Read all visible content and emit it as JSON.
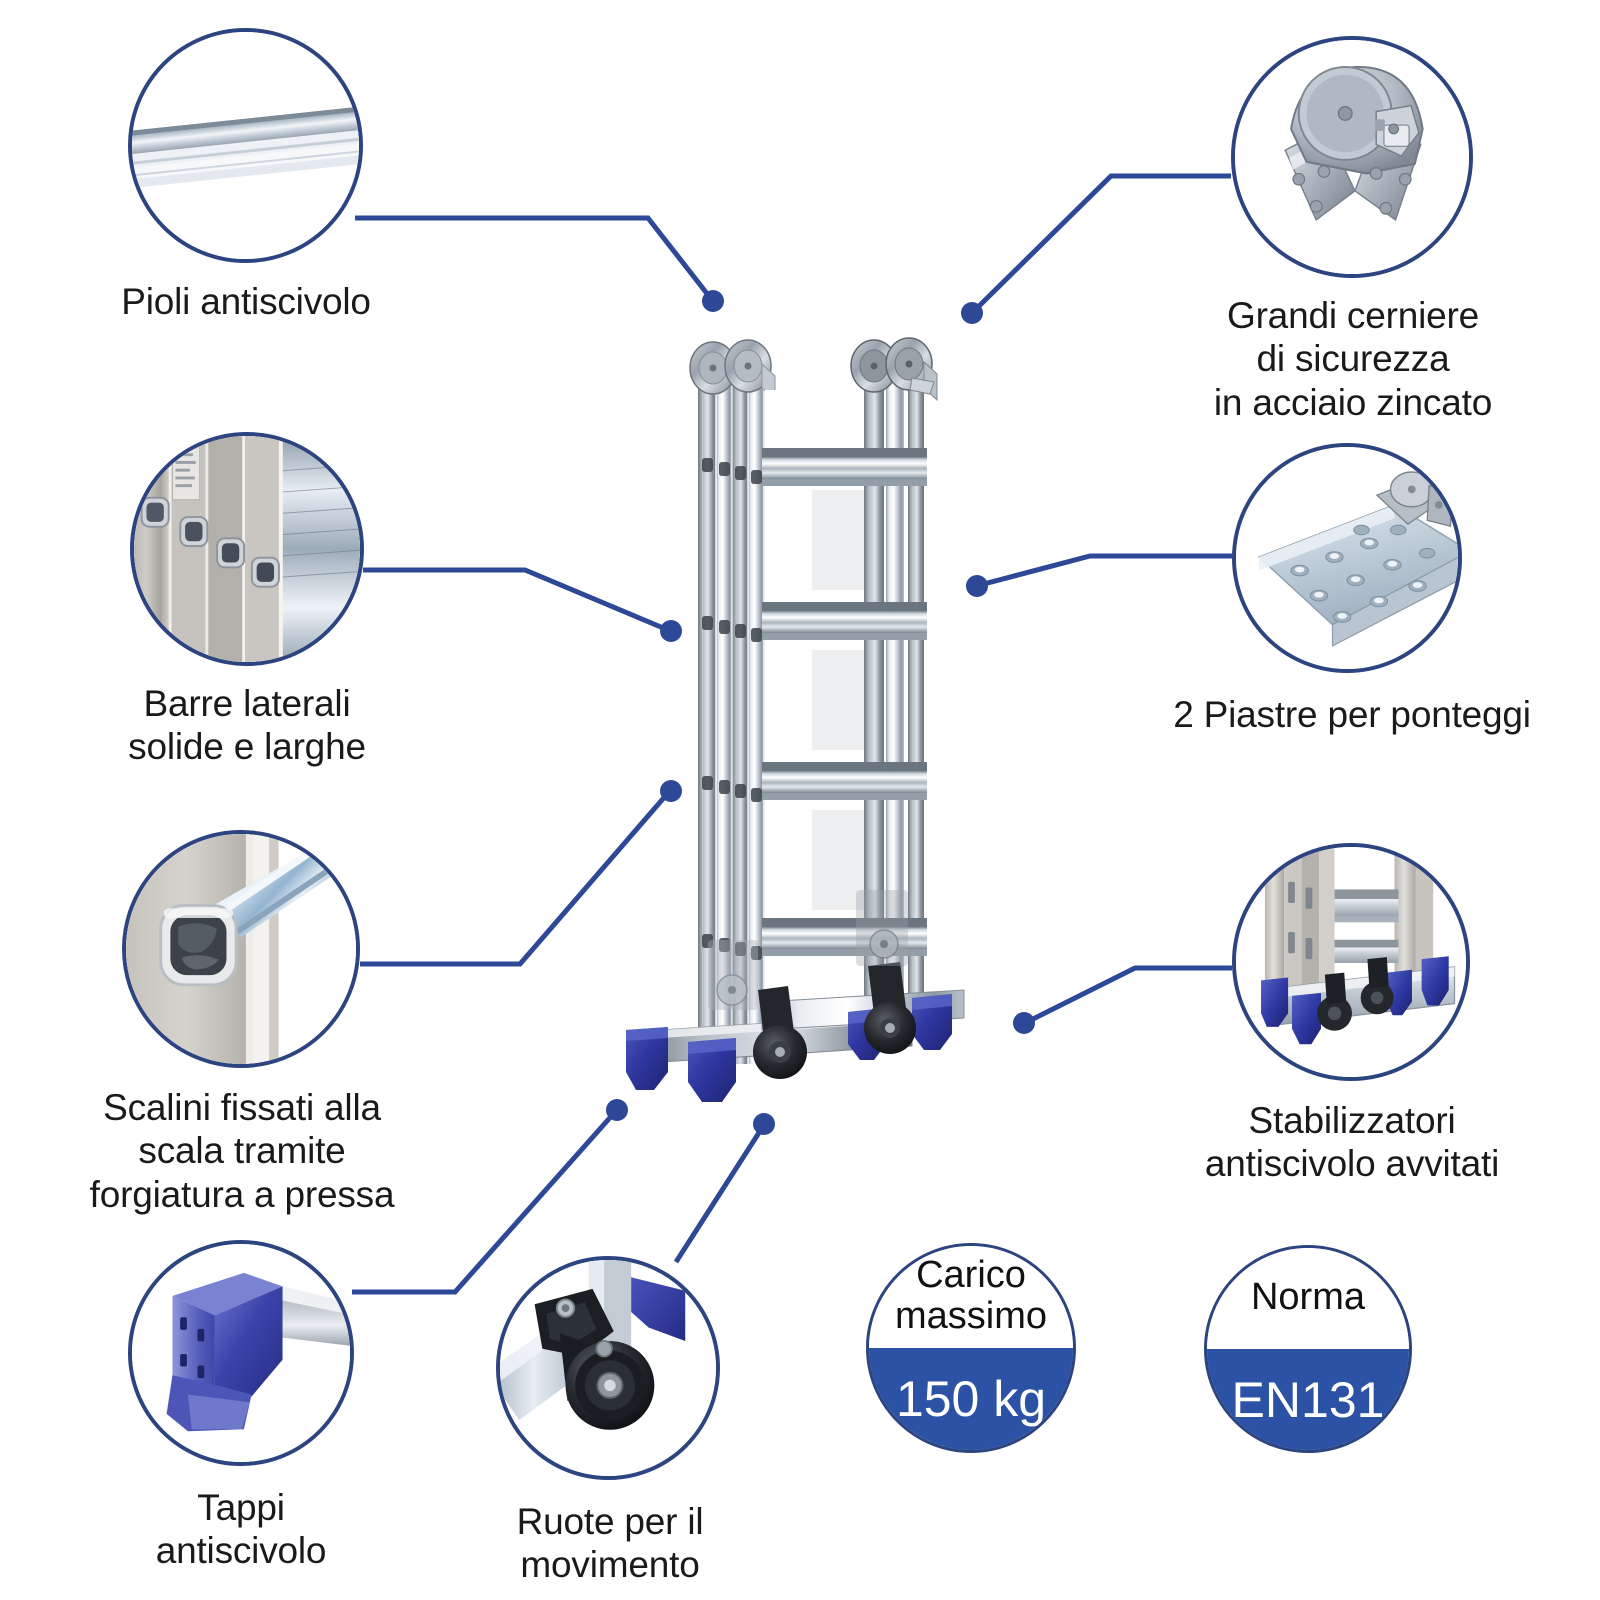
{
  "page": {
    "background_color": "#ffffff",
    "accent_blue": "#2c4896",
    "ring_blue": "#2c4480",
    "badge_blue": "#2c52a5",
    "text_color": "#1a1a1a",
    "product": "scala multiuso in alluminio pieghevole"
  },
  "callouts": [
    {
      "id": "pioli-antiscivolo",
      "label": "Pioli antiscivolo",
      "detail_icon": "ladder-rung-closeup",
      "position": "top-left"
    },
    {
      "id": "grandi-cerniere",
      "label": "Grandi cerniere\ndi sicurezza\nin acciaio zincato",
      "detail_icon": "steel-hinge-closeup",
      "position": "top-right"
    },
    {
      "id": "barre-laterali",
      "label": "Barre laterali\nsolide e larghe",
      "detail_icon": "side-rail-closeup",
      "position": "mid-left"
    },
    {
      "id": "piastre-ponteggi",
      "label": "2 Piastre per ponteggi",
      "detail_icon": "scaffold-plate-closeup",
      "position": "mid-right"
    },
    {
      "id": "scalini-fissati",
      "label": "Scalini fissati alla\nscala tramite\nforgiatura a pressa",
      "detail_icon": "forged-rung-joint-closeup",
      "position": "lower-left"
    },
    {
      "id": "stabilizzatori",
      "label": "Stabilizzatori\nantiscivolo avvitati",
      "detail_icon": "stabilizer-bar-closeup",
      "position": "lower-right"
    },
    {
      "id": "tappi-antiscivolo",
      "label": "Tappi\nantiscivolo",
      "detail_icon": "blue-end-cap-closeup",
      "position": "bottom-left"
    },
    {
      "id": "ruote-movimento",
      "label": "Ruote per il\nmovimento",
      "detail_icon": "transport-wheel-closeup",
      "position": "bottom-center-left"
    }
  ],
  "badges": [
    {
      "id": "carico-massimo",
      "label": "Carico\nmassimo",
      "value": "150 kg"
    },
    {
      "id": "norma",
      "label": "Norma",
      "value": "EN131"
    }
  ]
}
